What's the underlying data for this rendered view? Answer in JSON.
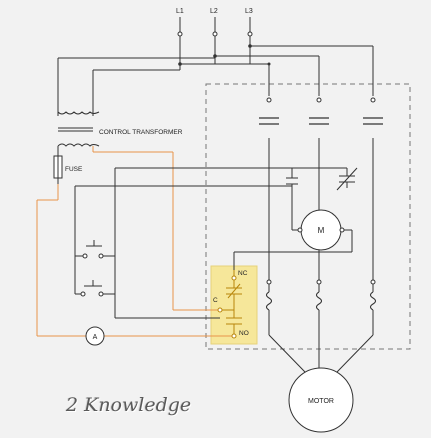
{
  "lines": {
    "l1": "L1",
    "l2": "L2",
    "l3": "L3"
  },
  "labels": {
    "control_transformer": "CONTROL TRANSFORMER",
    "fuse": "FUSE",
    "motor_small": "M",
    "ammeter": "A",
    "nc": "NC",
    "c": "C",
    "no": "NO",
    "motor": "MOTOR"
  },
  "watermark": "2 Knowledge",
  "colors": {
    "background": "#f2f2f2",
    "wire": "#333333",
    "control_wire": "#e8944a",
    "highlight": "#f6e79a",
    "dashed_box": "#777777",
    "highlight_component": "#b8860b"
  }
}
